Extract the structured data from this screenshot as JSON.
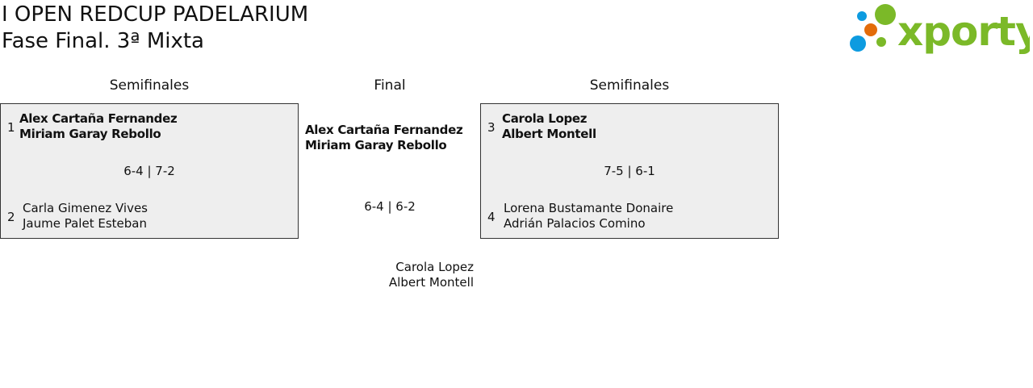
{
  "title": "I OPEN REDCUP PADELARIUM",
  "subtitle": "Fase Final. 3ª Mixta",
  "logo": "xporty",
  "headers": {
    "left": "Semifinales",
    "center": "Final",
    "right": "Semifinales"
  },
  "semi1": {
    "seed1": "1",
    "p1a": "Alex Cartaña Fernandez",
    "p1b": "Miriam Garay Rebollo",
    "score": "6-4 | 7-2",
    "seed2": "2",
    "p2a": "Carla Gimenez Vives",
    "p2b": "Jaume Palet Esteban"
  },
  "semi2": {
    "seed1": "3",
    "p1a": "Carola Lopez",
    "p1b": "Albert Montell",
    "score": "7-5 | 6-1",
    "seed2": "4",
    "p2a": "Lorena Bustamante Donaire",
    "p2b": "Adrián Palacios Comino"
  },
  "final": {
    "t1a": "Alex Cartaña Fernandez",
    "t1b": "Miriam Garay Rebollo",
    "score": "6-4 | 6-2",
    "t2a": "Carola Lopez",
    "t2b": "Albert Montell"
  }
}
